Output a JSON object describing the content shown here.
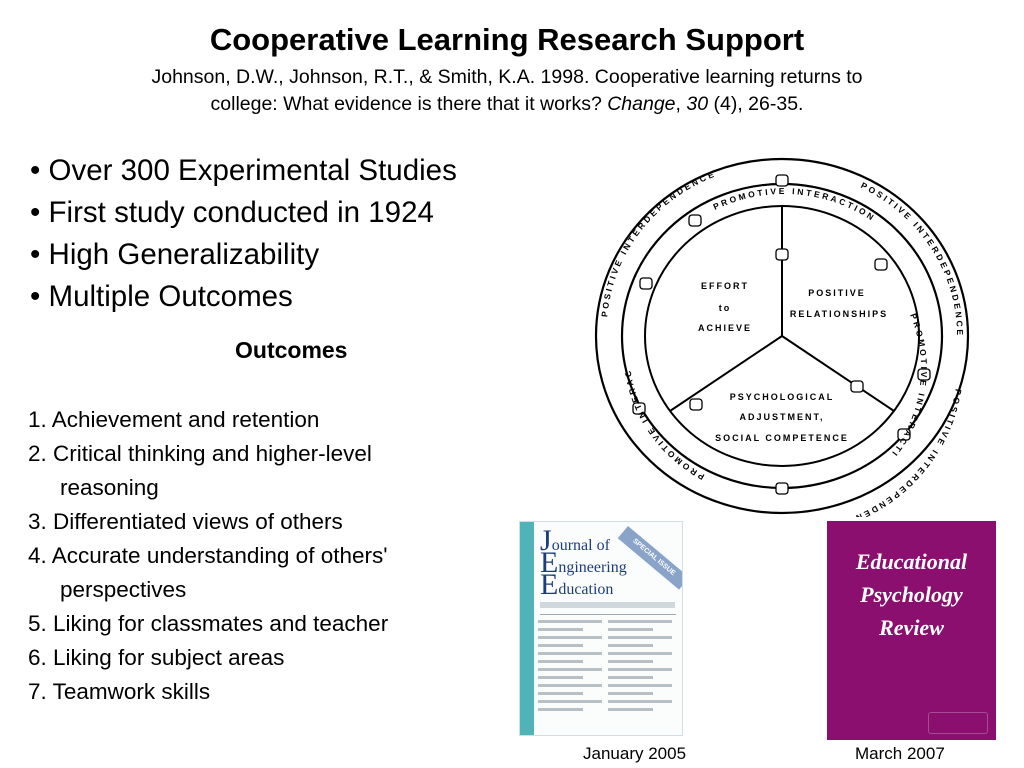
{
  "title": "Cooperative Learning Research Support",
  "citation": {
    "line1": "Johnson, D.W., Johnson, R.T., & Smith, K.A.  1998.  Cooperative learning returns to",
    "line2_plain": "college: What evidence is there that it works?  ",
    "journal": "Change",
    "sep": ", ",
    "volume": "30",
    "rest": " (4), 26-35."
  },
  "bullets": [
    "• Over 300 Experimental Studies",
    "• First study conducted in 1924",
    "• High Generalizability",
    "• Multiple Outcomes"
  ],
  "outcomes_heading": "Outcomes",
  "outcomes": [
    {
      "text": "1. Achievement and retention"
    },
    {
      "text": "2. Critical thinking and higher-level",
      "cont": "reasoning"
    },
    {
      "text": "3. Differentiated views of others"
    },
    {
      "text": "4. Accurate understanding of others'",
      "cont": "perspectives"
    },
    {
      "text": "5. Liking for classmates and teacher"
    },
    {
      "text": "6.  Liking for subject areas"
    },
    {
      "text": "7. Teamwork skills"
    }
  ],
  "diagram": {
    "outer_ring_top": "POSITIVE INTERDEPENDENCE",
    "outer_ring_right": "POSITIVE INTERDEPENDENCE",
    "outer_ring_bottom": "POSITIVE INTERDEPENDENCE",
    "inner_ring_top": "PROMOTIVE INTERACTION",
    "inner_ring_right": "PROMOTIVE INTERACTION",
    "inner_ring_left": "PROMOTIVE INTERACTION",
    "segment_left": [
      "EFFORT",
      "to",
      "ACHIEVE"
    ],
    "segment_right": [
      "POSITIVE",
      "RELATIONSHIPS"
    ],
    "segment_bottom": [
      "PSYCHOLOGICAL",
      "ADJUSTMENT,",
      "SOCIAL COMPETENCE"
    ]
  },
  "journal_cover": {
    "masthead": [
      "ournal of",
      "ngineering",
      "ducation"
    ],
    "banner": "SPECIAL ISSUE"
  },
  "review_cover": {
    "title_lines": [
      "Educational",
      "Psychology",
      "Review"
    ]
  },
  "captions": {
    "left": "January 2005",
    "right": "March 2007"
  },
  "colors": {
    "journal_sidebar": "#4fb3b8",
    "journal_masthead": "#1d3d7a",
    "review_cover": "#8a0f6e"
  }
}
